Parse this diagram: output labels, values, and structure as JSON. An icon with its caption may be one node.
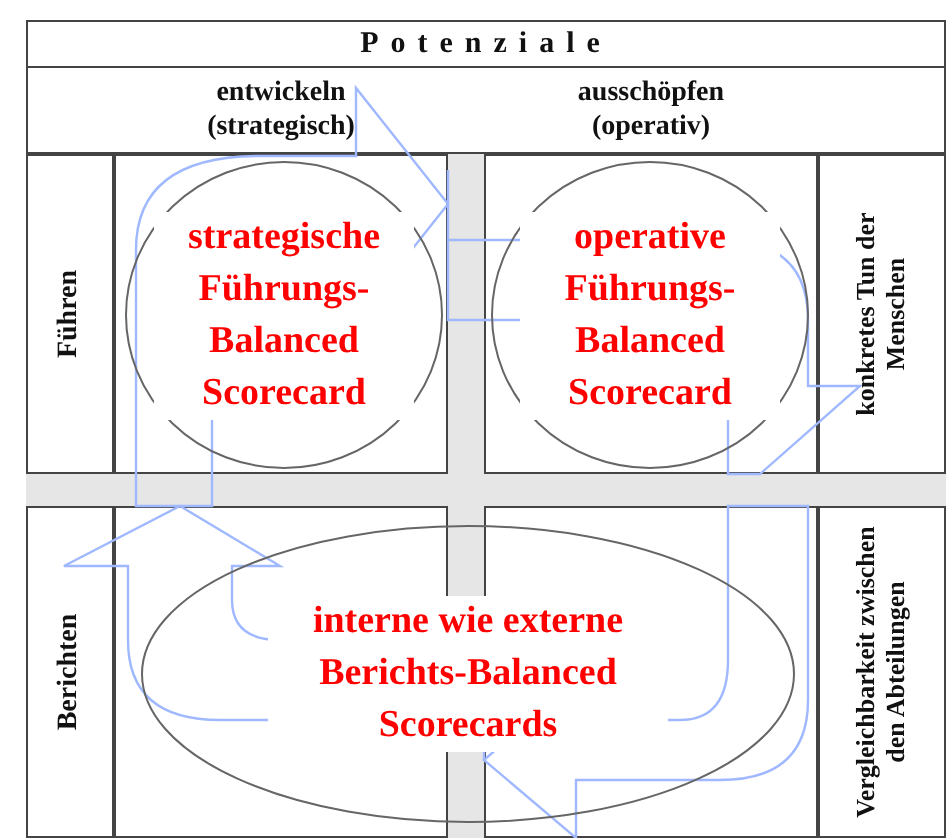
{
  "diagram": {
    "nodes": [
      {
        "text": [
          "strategische Führungs-Balanced Scorecard"
        ]
      },
      {
        "text": [
          "operative Führungs-Balanced Scorecard"
        ]
      },
      {
        "text": [
          "interne wie externe Berichts-Balanced Scorecards"
        ]
      }
    ],
    "labels": [
      "Potenziale",
      "entwickeln (strategisch)",
      "ausschöpfen (operativ)",
      "Führen",
      "konkretes Tun der Menschen",
      "Berichten",
      "Vergleichbarkeit zwischen den Abteilungen"
    ]
  }
}
